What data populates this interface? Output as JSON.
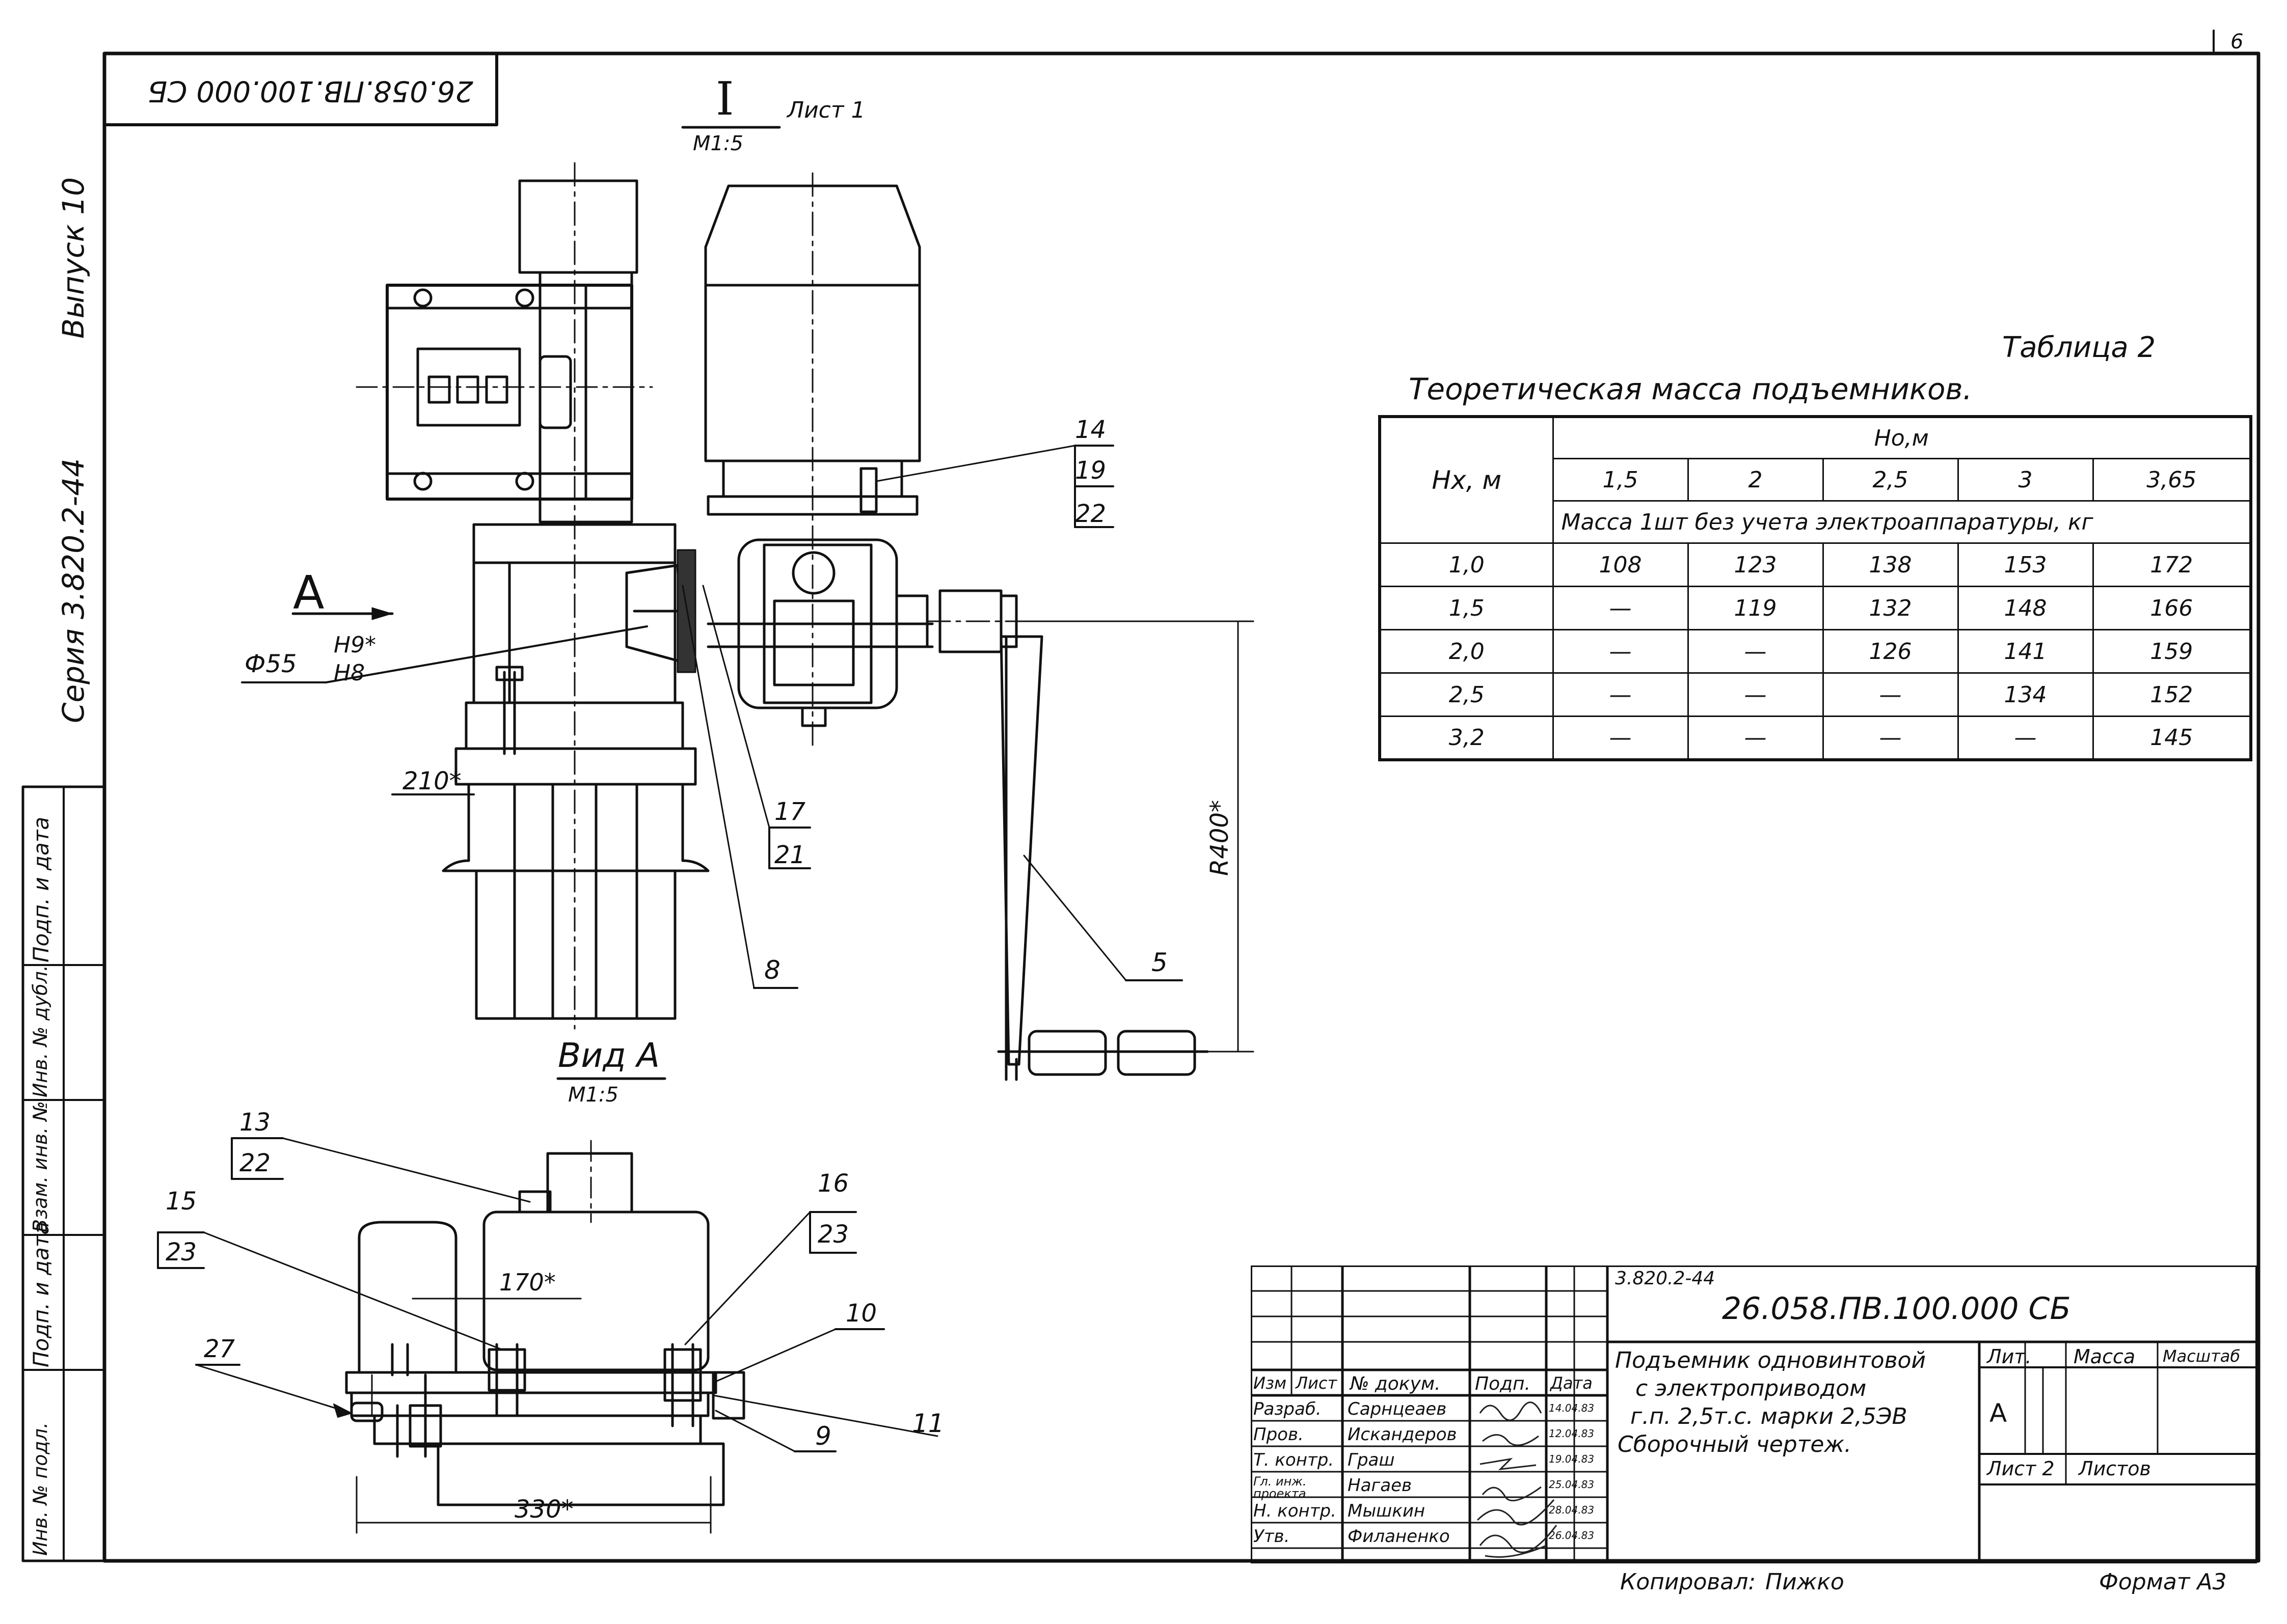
{
  "corner_stamp": "26.058.ПВ.100.000 СБ",
  "sheet_corner_number": "6",
  "side_margin": {
    "issue": "Выпуск 10",
    "series": "Серия 3.820.2-44",
    "fields": [
      "Подп. и дата",
      "Инв. № дубл.",
      "Взам. инв. №",
      "Подп. и дата",
      "Инв. № подл."
    ]
  },
  "view_main": {
    "label_numeral": "I",
    "label_scale": "М1:5",
    "label_sheet": "Лист 1"
  },
  "view_a": {
    "label": "Вид А",
    "scale": "М1:5",
    "arrow_letter": "А"
  },
  "dimensions": {
    "shaft": "Ф55",
    "fit_top": "Н9*",
    "fit_bottom": "Н8",
    "width_210": "210*",
    "radius": "R400*",
    "width_170": "170*",
    "width_330": "330*"
  },
  "callouts": [
    {
      "id": "c14",
      "top": "14",
      "rows": [
        "19",
        "22"
      ]
    },
    {
      "id": "c17",
      "top": "17",
      "rows": [
        "21"
      ]
    },
    {
      "id": "c8",
      "top": "8",
      "rows": []
    },
    {
      "id": "c5",
      "top": "5",
      "rows": []
    },
    {
      "id": "c13",
      "top": "13",
      "rows": [
        "22"
      ]
    },
    {
      "id": "c15",
      "top": "15",
      "rows": [
        "23"
      ]
    },
    {
      "id": "c16",
      "top": "16",
      "rows": [
        "23"
      ]
    },
    {
      "id": "c10",
      "top": "10",
      "rows": []
    },
    {
      "id": "c27",
      "top": "27",
      "rows": []
    },
    {
      "id": "c9",
      "top": "9",
      "rows": []
    },
    {
      "id": "c11",
      "top": "11",
      "rows": []
    }
  ],
  "mass_table": {
    "table_no": "Таблица 2",
    "title": "Теоретическая масса подъемников.",
    "col_group": "Но,м",
    "row_head": "Нх, м",
    "cols": [
      "1,5",
      "2",
      "2,5",
      "3",
      "3,65"
    ],
    "subheader": "Масса 1шт без учета электроаппаратуры, кг",
    "rows": [
      {
        "hx": "1,0",
        "vals": [
          "108",
          "123",
          "138",
          "153",
          "172"
        ]
      },
      {
        "hx": "1,5",
        "vals": [
          "—",
          "119",
          "132",
          "148",
          "166"
        ]
      },
      {
        "hx": "2,0",
        "vals": [
          "—",
          "—",
          "126",
          "141",
          "159"
        ]
      },
      {
        "hx": "2,5",
        "vals": [
          "—",
          "—",
          "—",
          "134",
          "152"
        ]
      },
      {
        "hx": "3,2",
        "vals": [
          "—",
          "—",
          "—",
          "—",
          "145"
        ]
      }
    ]
  },
  "title_block": {
    "series_ref": "3.820.2-44",
    "doc_code": "26.058.ПВ.100.000 СБ",
    "name_lines": [
      "Подъемник одновинтовой",
      "с электроприводом",
      "г.п. 2,5т.с. марки 2,5ЭВ",
      "Сборочный чертеж."
    ],
    "head": [
      "Изм",
      "Лист",
      "№ докум.",
      "Подп.",
      "Дата"
    ],
    "people": [
      {
        "role": "Разраб.",
        "name": "Сарнцеаев",
        "date": "14.04.83"
      },
      {
        "role": "Пров.",
        "name": "Искандеров",
        "date": "12.04.83"
      },
      {
        "role": "Т. контр.",
        "name": "Граш",
        "date": "19.04.83"
      },
      {
        "role": "Гл. инж. проекта",
        "name": "Нагаев",
        "date": "25.04.83"
      },
      {
        "role": "Н. контр.",
        "name": "Мышкин",
        "date": "28.04.83"
      },
      {
        "role": "Утв.",
        "name": "Филаненко",
        "date": "26.04.83"
      }
    ],
    "lit_label": "Лит.",
    "mass_label": "Масса",
    "scale_label": "Масштаб",
    "lit_value": "А",
    "sheet_label": "Лист 2",
    "sheets_label": "Листов"
  },
  "footer": {
    "copied": "Копировал:",
    "copied_name": "Пижко",
    "format": "Формат А3"
  }
}
